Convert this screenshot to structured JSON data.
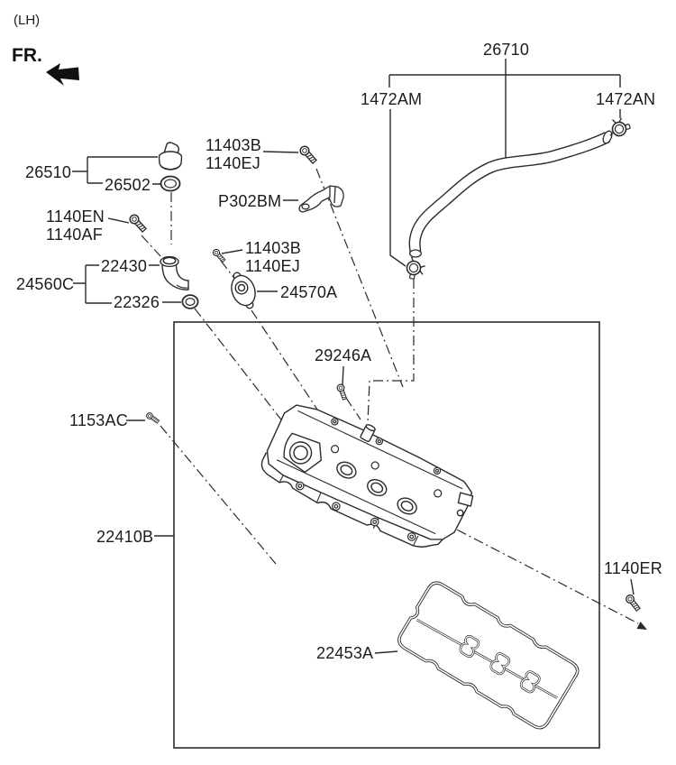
{
  "view": {
    "side_label": "(LH)",
    "front_label": "FR."
  },
  "callouts": {
    "breather_hose": "26710",
    "hose_clamp_front": "1472AM",
    "hose_clamp_rear": "1472AN",
    "oil_filler_cap": "26510",
    "filler_cap_gasket": "26502",
    "bolt_bracket_a": "11403B",
    "bolt_bracket_b": "1140EJ",
    "wiring_bracket": "P302BM",
    "bolt_filler_a": "1140EN",
    "bolt_filler_b": "1140AF",
    "oil_filler_assy": "24560C",
    "oil_filler_neck": "22430",
    "filler_neck_oring": "22326",
    "bolt_housing_a": "11403B",
    "bolt_housing_b": "1140EJ",
    "cam_housing": "24570A",
    "stud_bolt": "29246A",
    "dowel_pin": "1153AC",
    "rocker_cover": "22410B",
    "cover_bolt": "1140ER",
    "cover_gasket": "22453A"
  },
  "colors": {
    "line": "#2b2b2b",
    "text": "#1c1c1c",
    "background": "#ffffff"
  }
}
